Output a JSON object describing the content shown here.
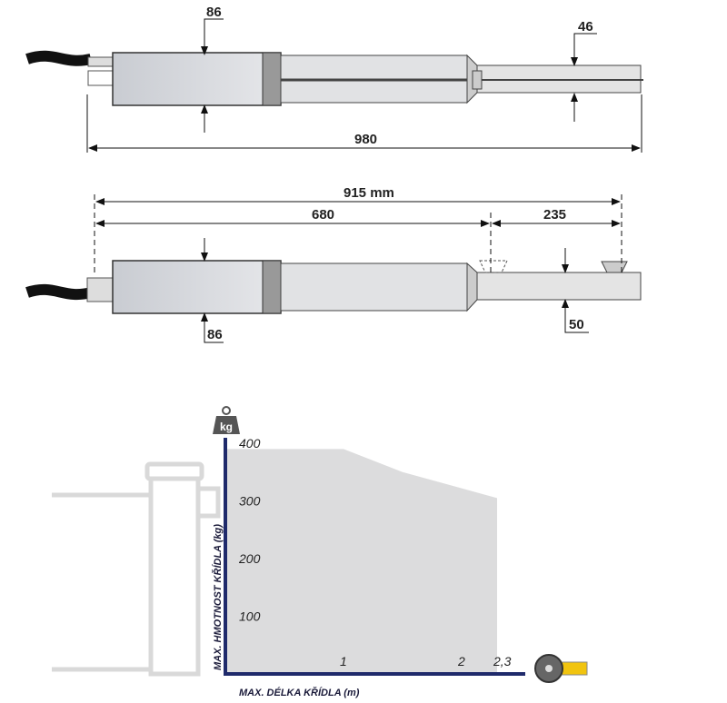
{
  "top_view": {
    "height_label": "86",
    "rod_label": "46",
    "length_label": "980"
  },
  "side_view": {
    "total_label": "915 mm",
    "body_label": "680",
    "stroke_label": "235",
    "height_label": "86",
    "rod_label": "50"
  },
  "colors": {
    "axis": "#1f2a6b",
    "area": "#dcdcdd",
    "gate": "#d9d9d9",
    "body": "#d4d6da"
  },
  "chart_data": {
    "type": "area",
    "title": "",
    "xlabel": "MAX. DÉLKA KŘÍDLA (m)",
    "ylabel": "MAX. HMOTNOST KŘÍDLA (kg)",
    "unit_icon": "kg",
    "x": [
      0,
      1,
      1.5,
      2.3
    ],
    "y": [
      390,
      390,
      350,
      305
    ],
    "xlim": [
      0,
      2.6
    ],
    "ylim": [
      0,
      400
    ],
    "yticks": [
      "400",
      "300",
      "200",
      "100"
    ],
    "xticks": [
      "1",
      "2",
      "2,3"
    ],
    "xtick_values": [
      1,
      2,
      2.3
    ],
    "ytick_values": [
      400,
      300,
      200,
      100
    ],
    "grid": false
  }
}
